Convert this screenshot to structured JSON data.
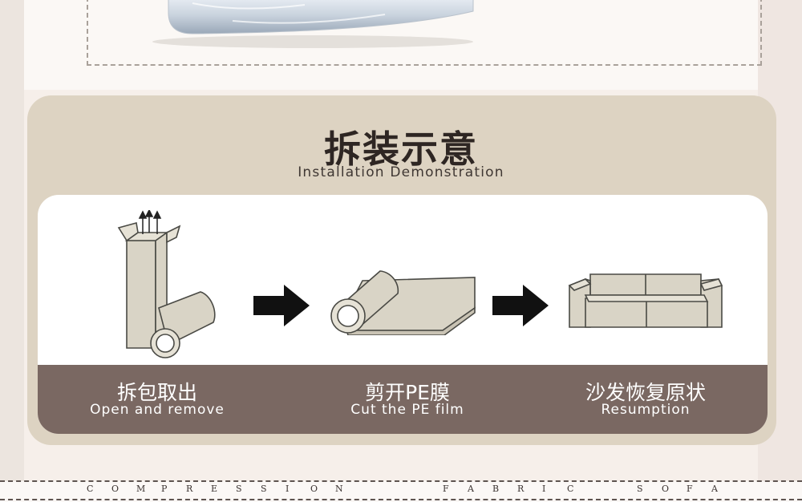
{
  "section": {
    "title_cn": "拆装示意",
    "title_en": "Installation Demonstration"
  },
  "steps": [
    {
      "label_cn": "拆包取出",
      "label_en": "Open and remove",
      "icon": "box-and-roll-icon"
    },
    {
      "label_cn": "剪开PE膜",
      "label_en": "Cut the PE film",
      "icon": "unrolling-mattress-icon"
    },
    {
      "label_cn": "沙发恢复原状",
      "label_en": "Resumption",
      "icon": "sofa-icon"
    }
  ],
  "footer": {
    "words": [
      "COMPRESSION",
      "FABRIC",
      "SOFA"
    ]
  },
  "colors": {
    "card": "#ddd3c2",
    "band": "#7a6862",
    "illustration_fill": "#d9d4c6",
    "illustration_stroke": "#4a4a45"
  }
}
